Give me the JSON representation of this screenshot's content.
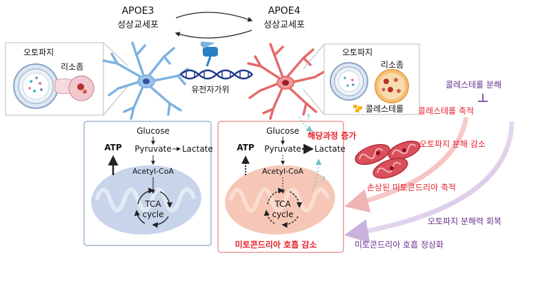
{
  "cells": {
    "apoe3": {
      "line1": "APOE3",
      "line2": "성상교세포"
    },
    "apoe4": {
      "line1": "APOE4",
      "line2": "성상교세포"
    }
  },
  "gene_scissors": "유전자가위",
  "left_inset": {
    "autophagy": "오토파지",
    "lysosome": "리소좀"
  },
  "right_inset": {
    "autophagy": "오토파지",
    "lysosome": "리소좀",
    "cholesterol": "콜레스테롤"
  },
  "metabolism_left": {
    "glucose": "Glucose",
    "pyruvate": "Pyruvate",
    "lactate": "Lactate",
    "atp": "ATP",
    "acetyl": "Acetyl-CoA",
    "tca1": "TCA",
    "tca2": "cycle"
  },
  "metabolism_right": {
    "glucose": "Glucose",
    "pyruvate": "Pyruvate",
    "lactate": "Lactate",
    "atp": "ATP",
    "acetyl": "Acetyl-CoA",
    "tca1": "TCA",
    "tca2": "cycle",
    "glycolysis_up": "해당과정 증가",
    "resp_down": "미토콘드리아 호흡 감소",
    "question": "?"
  },
  "annotations": {
    "chol_breakdown": "콜레스테롤 분해",
    "chol_accum": "콜레스테롤 축적",
    "autophagy_down": "오토파지 분해 감소",
    "damaged_mito": "손상된 미토콘드리아 축적",
    "autophagy_recover": "오토파지 분해력 회복",
    "resp_normal": "미토콘드리아 호흡 정상화"
  },
  "colors": {
    "blue_neuron": "#7fb2e0",
    "red_neuron": "#e36a6a",
    "red_text": "#e8202a",
    "purple_text": "#6a2f8e",
    "mito_blue": "#c8d4ea",
    "mito_pink": "#f6c7b7"
  }
}
